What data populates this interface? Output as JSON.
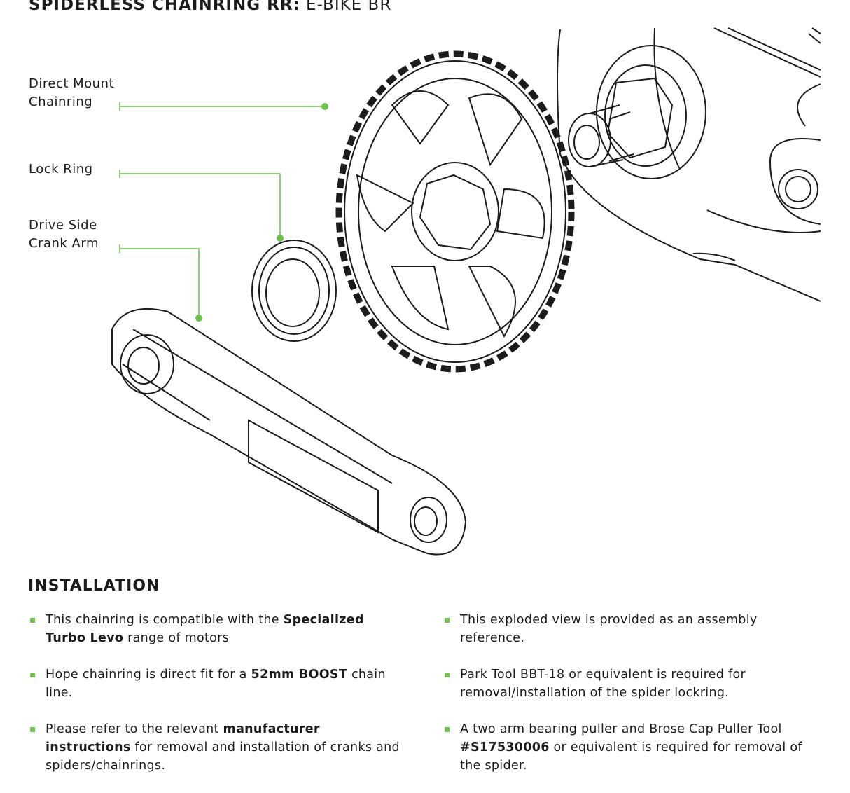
{
  "header": {
    "title_bold": "SPIDERLESS CHAINRING RR:",
    "title_light": " E-BIKE BR"
  },
  "callouts": [
    {
      "line1": "Direct Mount",
      "line2": "Chainring"
    },
    {
      "line1": "Lock Ring",
      "line2": ""
    },
    {
      "line1": "Drive Side",
      "line2": "Crank Arm"
    }
  ],
  "colors": {
    "accent": "#6cc24a",
    "ink": "#1c1c1c"
  },
  "installation": {
    "heading": "INSTALLATION",
    "left": [
      {
        "pre": "This chainring is compatible with the ",
        "bold": "Specialized Turbo Levo",
        "post": " range of motors"
      },
      {
        "pre": "Hope chainring is direct fit for a ",
        "bold": "52mm BOOST",
        "post": " chain line."
      },
      {
        "pre": "Please refer to the relevant ",
        "bold": "manufacturer instructions",
        "post": " for removal and installation of cranks and spiders/chainrings."
      }
    ],
    "right": [
      {
        "pre": "This exploded view is provided as an assembly reference.",
        "bold": "",
        "post": ""
      },
      {
        "pre": "Park Tool BBT-18 or equivalent is required for removal/installation of the spider lockring.",
        "bold": "",
        "post": ""
      },
      {
        "pre": "A two arm bearing puller and Brose Cap Puller Tool ",
        "bold": "#S17530006",
        "post": " or equivalent is required for removal of the spider."
      }
    ]
  }
}
